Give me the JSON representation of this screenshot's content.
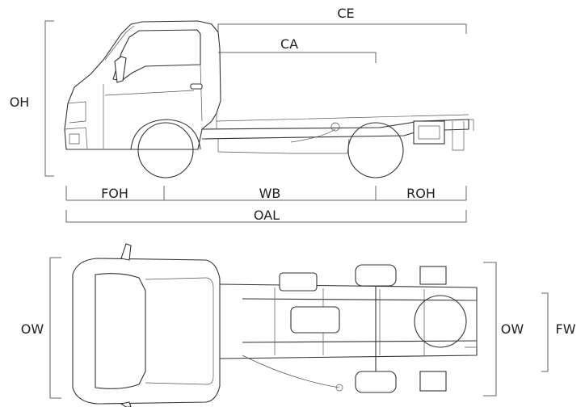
{
  "labels": {
    "ce": "CE",
    "ca": "CA",
    "oh": "OH",
    "foh": "FOH",
    "wb": "WB",
    "roh": "ROH",
    "oal": "OAL",
    "ow_left": "OW",
    "ow_right": "OW",
    "fw": "FW"
  }
}
